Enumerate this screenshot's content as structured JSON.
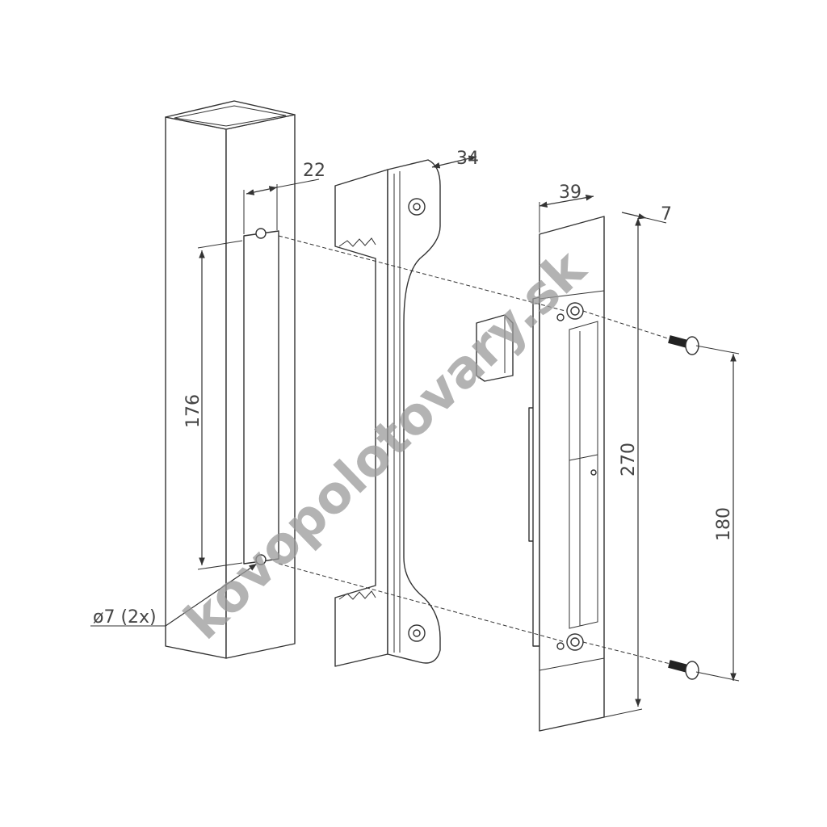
{
  "dimensions": {
    "tube_slot_width": "22",
    "bracket_depth": "34",
    "plate_width": "39",
    "plate_thickness": "7",
    "slot_height": "176",
    "plate_height": "270",
    "screw_spacing": "180",
    "hole_diameter": "ø7 (2x)"
  },
  "watermark": "kovopolotovary.sk"
}
